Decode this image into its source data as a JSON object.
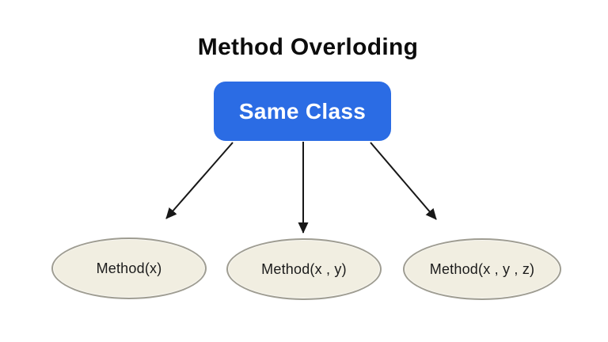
{
  "title": "Method Overloding",
  "diagram": {
    "root": {
      "label": "Same Class"
    },
    "children": [
      {
        "label": "Method(x)"
      },
      {
        "label": "Method(x , y)"
      },
      {
        "label": "Method(x , y , z)"
      }
    ]
  },
  "icons": [
    {
      "name": "arrow-down-left-icon"
    },
    {
      "name": "arrow-down-icon"
    },
    {
      "name": "arrow-down-right-icon"
    }
  ],
  "colors": {
    "page-bg": "#ffffff",
    "title-color": "#0c0c0c",
    "root-bg": "#2b6ce4",
    "root-text": "#ffffff",
    "ellipse-fill": "#f1eee1",
    "ellipse-border": "#9f9d92",
    "ellipse-text": "#1b1b1b",
    "arrow-color": "#171717"
  }
}
